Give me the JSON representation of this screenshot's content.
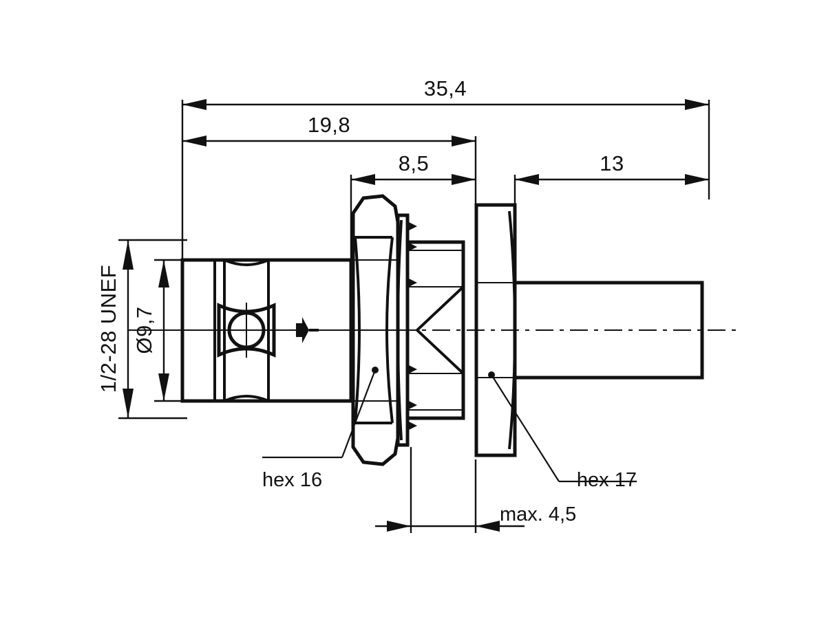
{
  "drawing": {
    "title": "Coaxial bulkhead connector dimensional drawing",
    "units_note": "",
    "line_color": "#111111",
    "background_color": "#ffffff"
  },
  "dimensions": {
    "overall_length": "35,4",
    "body_to_flange_face": "19,8",
    "hex_to_flange_face": "8,5",
    "rear_pin_length": "13",
    "thread_spec": "1/2-28 UNEF",
    "body_diameter": "Ø9,7",
    "panel_thickness": "max. 4,5"
  },
  "callouts": {
    "left_hex": "hex 16",
    "right_hex": "hex 17"
  },
  "labels": [
    {
      "name": "dim-35-4",
      "text": "35,4"
    },
    {
      "name": "dim-19-8",
      "text": "19,8"
    },
    {
      "name": "dim-8-5",
      "text": "8,5"
    },
    {
      "name": "dim-13",
      "text": "13"
    },
    {
      "name": "dim-thread",
      "text": "1/2-28 UNEF"
    },
    {
      "name": "dim-diameter",
      "text": "Ø9,7"
    },
    {
      "name": "callout-hex-16",
      "text": "hex 16"
    },
    {
      "name": "callout-hex-17",
      "text": "hex 17"
    },
    {
      "name": "dim-max-4-5",
      "text": "max. 4,5"
    }
  ]
}
